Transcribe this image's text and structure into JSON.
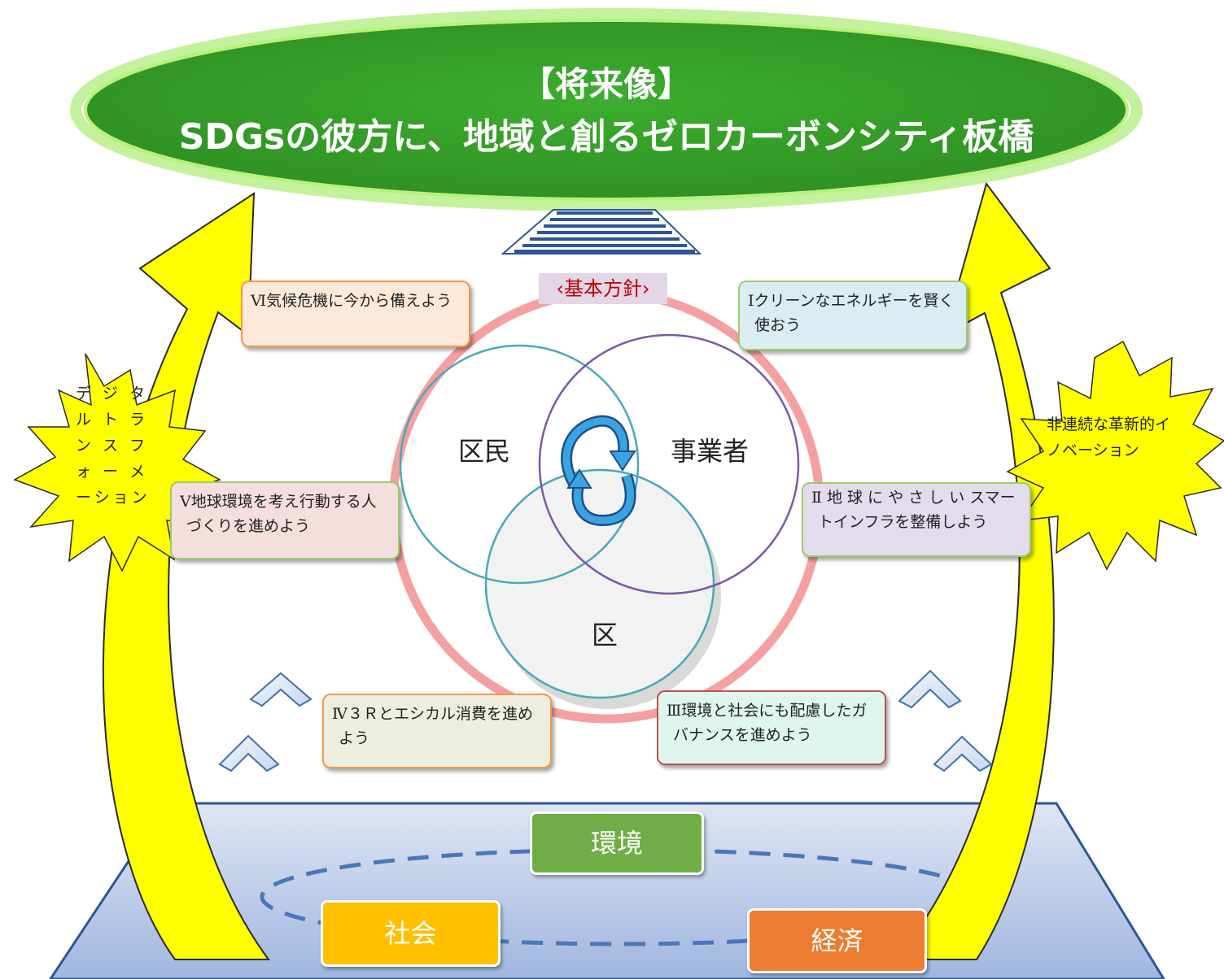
{
  "title": {
    "line1": "【将来像】",
    "line2": "SDGsの彼方に、地域と創るゼロカーボンシティ板橋"
  },
  "policy_label": "‹基本方針›",
  "policies": [
    {
      "id": "I",
      "text": "Ⅰクリーンなエネルギーを賢く使おう"
    },
    {
      "id": "II",
      "text": "Ⅱ 地 球 に や さ し い スマートインフラを整備しよう"
    },
    {
      "id": "III",
      "text": "Ⅲ環境と社会にも配慮したガバナンスを進めよう"
    },
    {
      "id": "IV",
      "text": "Ⅳ３Ｒとエシカル消費を進めよう"
    },
    {
      "id": "V",
      "text": "Ⅴ地球環境を考え行動する人づくりを進めよう"
    },
    {
      "id": "VI",
      "text": "Ⅵ気候危機に今から備えよう"
    }
  ],
  "circles": {
    "residents": "区民",
    "businesses": "事業者",
    "ward": "区"
  },
  "stars": {
    "left": "デ ジ タ ル ト ラ ン ス フ ォ ー メ ーション",
    "right": "非連続な革新的イノベーション"
  },
  "pillars": {
    "environment": "環境",
    "society": "社会",
    "economy": "経済"
  },
  "colors": {
    "title_ellipse": "#3aa12c",
    "title_glow": "#8ae04a",
    "policy_ring": "#f4a0a0",
    "arrows": "#ffff00",
    "base": "#a9bde0",
    "environment": "#70ad47",
    "society": "#ffc000",
    "economy": "#ed7d31"
  }
}
